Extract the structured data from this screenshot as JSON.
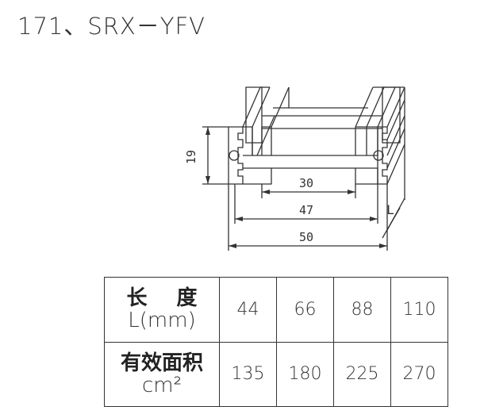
{
  "title": "171、SRX－YFV",
  "drawing": {
    "dimensions": {
      "height": "19",
      "inner": "30",
      "middle": "47",
      "overall": "50",
      "length": "L"
    }
  },
  "table": {
    "row1_label": "长 度",
    "row1_unit": "L(mm)",
    "row1_values": [
      "44",
      "66",
      "88",
      "110"
    ],
    "row2_label": "有效面积",
    "row2_unit": "cm²",
    "row2_values": [
      "135",
      "180",
      "225",
      "270"
    ]
  }
}
